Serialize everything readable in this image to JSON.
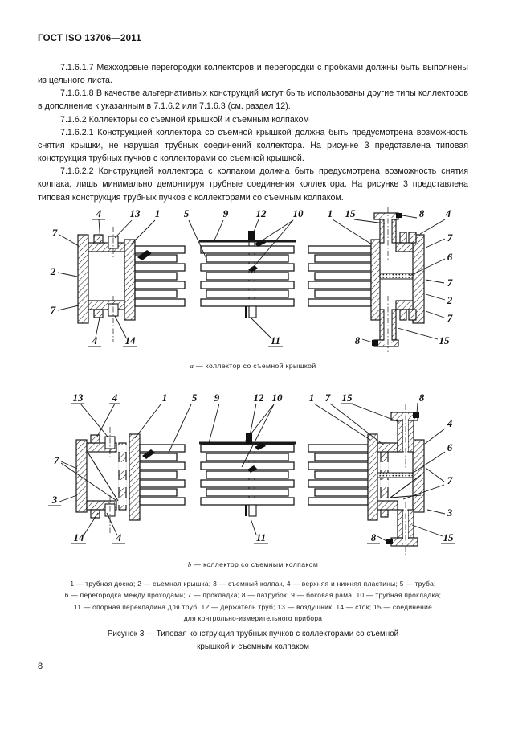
{
  "page": {
    "header": "ГОСТ ISO 13706—2011",
    "page_number": "8"
  },
  "body": {
    "paragraphs": [
      "7.1.6.1.7 Межходовые перегородки коллекторов и перегородки с пробками должны быть выполнены из цельного листа.",
      "7.1.6.1.8 В качестве альтернативных конструкций могут быть использованы другие типы коллекторов в дополнение к указанным в 7.1.6.2 или 7.1.6.3 (см. раздел 12).",
      "7.1.6.2 Коллекторы со съемной крышкой и съемным колпаком",
      "7.1.6.2.1 Конструкцией коллектора со съемной крышкой должна быть предусмотрена возможность снятия крышки, не нарушая трубных соединений коллектора. На рисунке 3 представлена типовая конструкция трубных пучков с коллекторами со съемной крышкой.",
      "7.1.6.2.2 Конструкцией коллектора с колпаком должна быть предусмотрена возможность снятия колпака, лишь минимально демонтируя трубные соединения коллектора. На рисунке 3 представлена типовая конструкция трубных пучков с коллекторами со съемным колпаком."
    ]
  },
  "figure": {
    "caption_a_letter": "a",
    "caption_a_text": "— коллектор со съемной крышкой",
    "caption_b_letter": "b",
    "caption_b_text": "— коллектор со съемным колпаком",
    "legend_lines": [
      "1 — трубная доска; 2 — съемная крышка; 3 — съемный колпак, 4 — верхняя и нижняя пластины; 5 — труба;",
      "6 — перегородка между проходами; 7 — прокладка; 8 — патрубок; 9 — боковая рама; 10 — трубная прокладка;",
      "11 — опорная перекладина для труб; 12 — держатель труб; 13 — воздушник; 14 — сток; 15 — соединение",
      "для контрольно-измерительного прибора"
    ],
    "title_line1": "Рисунок 3 — Типовая конструкция трубных пучков с коллекторами со съемной",
    "title_line2": "крышкой и съемным колпаком",
    "labels_a": [
      "4",
      "13",
      "1",
      "5",
      "9",
      "12",
      "10",
      "1",
      "15",
      "8",
      "4",
      "7",
      "2",
      "7",
      "7",
      "6",
      "7",
      "2",
      "7",
      "4",
      "14",
      "11",
      "8",
      "15"
    ],
    "labels_b": [
      "13",
      "4",
      "1",
      "5",
      "9",
      "12",
      "10",
      "1",
      "7",
      "15",
      "8",
      "7",
      "3",
      "4",
      "6",
      "7",
      "3",
      "14",
      "4",
      "11",
      "8",
      "15"
    ]
  }
}
